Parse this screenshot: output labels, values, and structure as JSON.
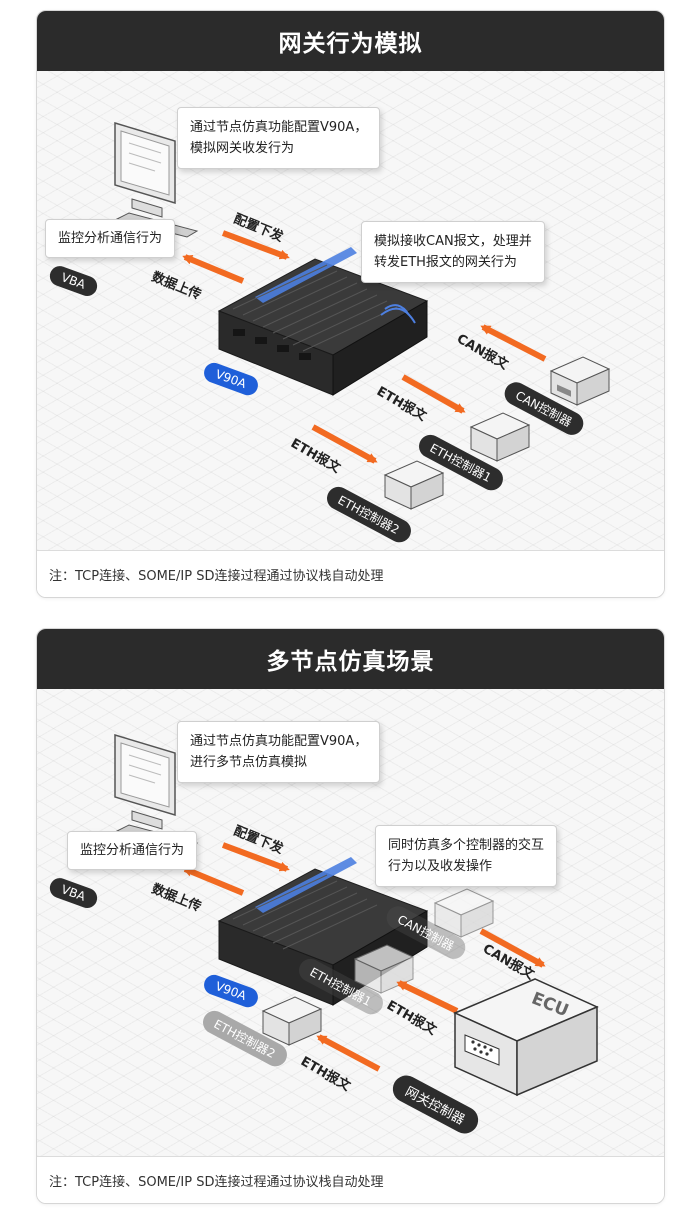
{
  "panel1": {
    "title": "网关行为模拟",
    "callout_config": [
      "通过节点仿真功能配置V90A，",
      "模拟网关收发行为"
    ],
    "callout_monitor": "监控分析通信行为",
    "callout_gateway": [
      "模拟接收CAN报文，处理并",
      "转发ETH报文的网关行为"
    ],
    "arrow_config_label": "配置下发",
    "arrow_upload_label": "数据上传",
    "vba_label": "VBA",
    "device_label": "V90A",
    "can_msg_label": "CAN报文",
    "eth_msg_label_1": "ETH报文",
    "eth_msg_label_2": "ETH报文",
    "can_controller_label": "CAN控制器",
    "eth_controller_1_label": "ETH控制器1",
    "eth_controller_2_label": "ETH控制器2",
    "note": "注：TCP连接、SOME/IP SD连接过程通过协议栈自动处理"
  },
  "panel2": {
    "title": "多节点仿真场景",
    "callout_config": [
      "通过节点仿真功能配置V90A，",
      "进行多节点仿真模拟"
    ],
    "callout_monitor": "监控分析通信行为",
    "callout_multi": [
      "同时仿真多个控制器的交互",
      "行为以及收发操作"
    ],
    "arrow_config_label": "配置下发",
    "arrow_upload_label": "数据上传",
    "vba_label": "VBA",
    "device_label": "V90A",
    "can_msg_label": "CAN报文",
    "eth_msg_label_1": "ETH报文",
    "eth_msg_label_2": "ETH报文",
    "can_controller_label": "CAN控制器",
    "eth_controller_1_label": "ETH控制器1",
    "eth_controller_2_label": "ETH控制器2",
    "ecu_label": "ECU",
    "gateway_controller_label": "网关控制器",
    "note": "注：TCP连接、SOME/IP SD连接过程通过协议栈自动处理"
  },
  "colors": {
    "arrow": "#f26a21",
    "device_accent": "#4d7fe0",
    "pill_dark": "#2d2d2d",
    "pill_blue": "#1f5fd9"
  }
}
